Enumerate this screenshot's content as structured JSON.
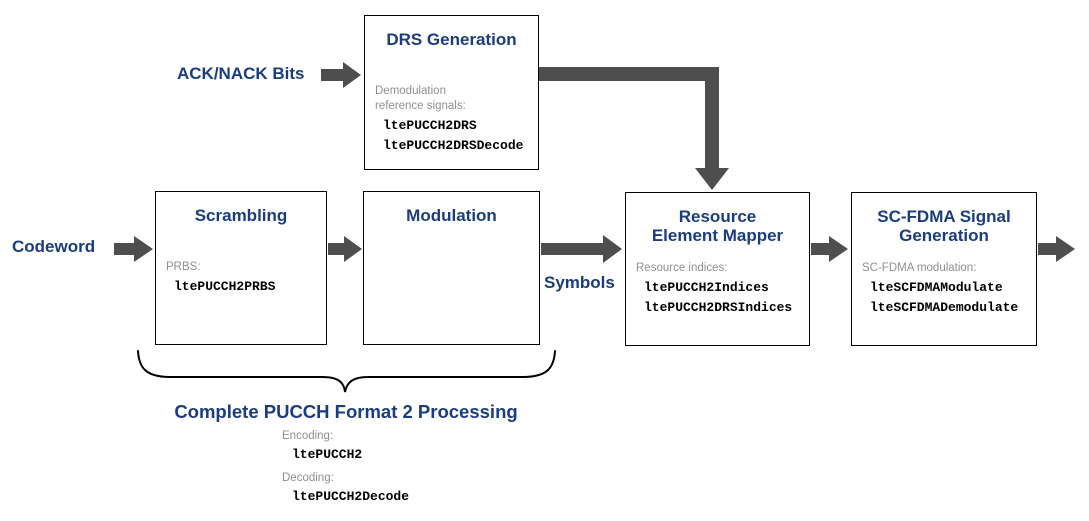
{
  "diagram_title": "Complete PUCCH Format 2 Processing",
  "labels": {
    "acknack": "ACK/NACK Bits",
    "codeword": "Codeword",
    "symbols": "Symbols"
  },
  "boxes": {
    "drs": {
      "title": "DRS Generation",
      "title_lines": [
        "DRS Generation"
      ],
      "subtitle_lines": [
        "Demodulation",
        "reference signals:"
      ],
      "functions": [
        "ltePUCCH2DRS",
        "ltePUCCH2DRSDecode"
      ]
    },
    "scrambling": {
      "title": "Scrambling",
      "title_lines": [
        "Scrambling"
      ],
      "subtitle_lines": [
        "PRBS:"
      ],
      "functions": [
        "ltePUCCH2PRBS"
      ]
    },
    "modulation": {
      "title": "Modulation",
      "title_lines": [
        "Modulation"
      ],
      "subtitle_lines": [],
      "functions": []
    },
    "resource_element_mapper": {
      "title": "Resource Element Mapper",
      "title_lines": [
        "Resource",
        "Element Mapper"
      ],
      "subtitle_lines": [
        "Resource indices:"
      ],
      "functions": [
        "ltePUCCH2Indices",
        "ltePUCCH2DRSIndices"
      ]
    },
    "scfdma": {
      "title": "SC-FDMA Signal Generation",
      "title_lines": [
        "SC-FDMA Signal",
        "Generation"
      ],
      "subtitle_lines": [
        "SC-FDMA modulation:"
      ],
      "functions": [
        "lteSCFDMAModulate",
        "lteSCFDMADemodulate"
      ]
    }
  },
  "brace": {
    "caption": "Complete PUCCH Format 2 Processing",
    "encoding_label": "Encoding:",
    "encoding_function": "ltePUCCH2",
    "decoding_label": "Decoding:",
    "decoding_function": "ltePUCCH2Decode"
  },
  "colors": {
    "title_navy": "#1B3D7E",
    "arrow_gray": "#4E4E4E",
    "muted_gray": "#8F8F8F",
    "box_border": "#000000",
    "background": "#FFFFFF"
  }
}
